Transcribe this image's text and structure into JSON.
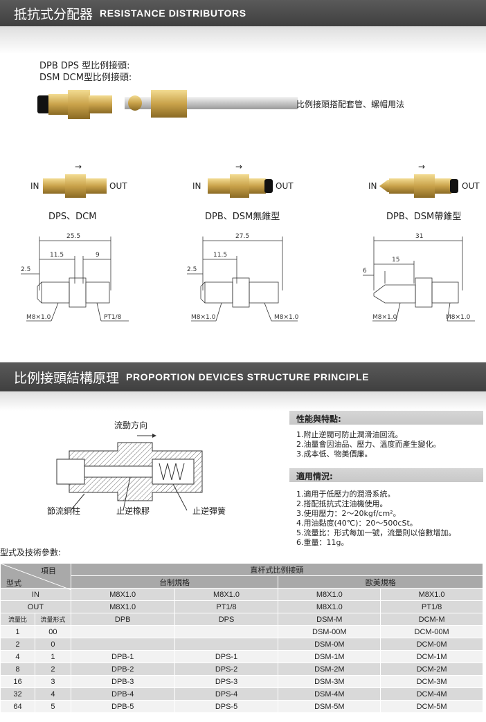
{
  "section1": {
    "title_cn": "抵抗式分配器",
    "title_en": "RESISTANCE  DISTRIBUTORS"
  },
  "ratio_label_1": "DPB  DPS  型比例接頭:",
  "ratio_label_2": "DSM  DCM型比例接頭:",
  "tube_caption": "比例接頭搭配套管、螺帽用法",
  "products": [
    {
      "in": "IN",
      "out": "OUT",
      "arrow": "→",
      "name": "DPS、DCM"
    },
    {
      "in": "IN",
      "out": "OUT",
      "arrow": "→",
      "name": "DPB、DSM無錐型"
    },
    {
      "in": "IN",
      "out": "OUT",
      "arrow": "→",
      "name": "DPB、DSM帶錐型"
    }
  ],
  "drawings": [
    {
      "total": "25.5",
      "mid": "11.5",
      "right": "9",
      "left": "2.5",
      "thread_left": "M8×1.0",
      "thread_right": "PT1/8"
    },
    {
      "total": "27.5",
      "mid": "11.5",
      "right": "",
      "left": "2.5",
      "thread_left": "M8×1.0",
      "thread_right": "M8×1.0"
    },
    {
      "total": "31",
      "mid": "15",
      "right": "",
      "left": "6",
      "thread_left": "M8×1.0",
      "thread_right": "M8×1.0"
    }
  ],
  "section2": {
    "title_cn": "比例接頭結構原理",
    "title_en": "PROPORTION  DEVICES  STRUCTURE  PRINCIPLE"
  },
  "flow_direction": "流動方向",
  "parts": {
    "copper": "節流銅柱",
    "rubber": "止逆橡膠",
    "spring": "止逆彈簧"
  },
  "features": {
    "title": "性能與特點:",
    "items": [
      "1.附止逆閥可防止潤滑油回流。",
      "2.油量會因油品、壓力、溫度而產生變化。",
      "3.成本低、物美價廉。"
    ]
  },
  "applications": {
    "title": "適用情況:",
    "items": [
      "1.適用于低壓力的潤滑系統。",
      "2.搭配抵抗式注油機使用。",
      "3.使用壓力：2～20kgf/cm²。",
      "4.用油黏度(40℃)：20～500cSt。",
      "5.流量比：形式每加一號，流量則以倍數增加。",
      "6.重量：11g。"
    ]
  },
  "table_caption": "型式及技術參數:",
  "table": {
    "corner_top": "項目",
    "corner_bottom": "型式",
    "group_title": "直杆式比例接頭",
    "sub_left": "台制規格",
    "sub_right": "歐美規格",
    "row_in": [
      "IN",
      "M8X1.0",
      "M8X1.0",
      "M8X1.0",
      "M8X1.0"
    ],
    "row_out": [
      "OUT",
      "M8X1.0",
      "PT1/8",
      "M8X1.0",
      "PT1/8"
    ],
    "row_type": [
      "流量比",
      "流量形式",
      "DPB",
      "DPS",
      "DSM-M",
      "DCM-M"
    ],
    "rows": [
      [
        "1",
        "00",
        "",
        "",
        "DSM-00M",
        "DCM-00M"
      ],
      [
        "2",
        "0",
        "",
        "",
        "DSM-0M",
        "DCM-0M"
      ],
      [
        "4",
        "1",
        "DPB-1",
        "DPS-1",
        "DSM-1M",
        "DCM-1M"
      ],
      [
        "8",
        "2",
        "DPB-2",
        "DPS-2",
        "DSM-2M",
        "DCM-2M"
      ],
      [
        "16",
        "3",
        "DPB-3",
        "DPS-3",
        "DSM-3M",
        "DCM-3M"
      ],
      [
        "32",
        "4",
        "DPB-4",
        "DPS-4",
        "DSM-4M",
        "DCM-4M"
      ],
      [
        "64",
        "5",
        "DPB-5",
        "DPS-5",
        "DSM-5M",
        "DCM-5M"
      ]
    ]
  },
  "colors": {
    "banner": "#4a4a4a",
    "brass": "#c9a24a",
    "table_head": "#a9a9a9",
    "table_grey": "#d9d9d9",
    "table_light": "#f2f2f2"
  }
}
